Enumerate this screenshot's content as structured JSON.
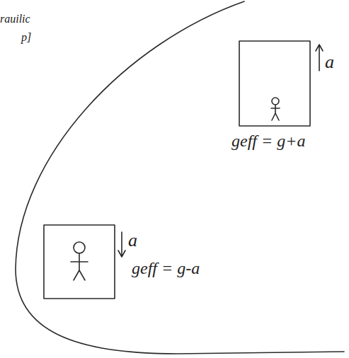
{
  "diagram": {
    "labels": [
      "rauilic",
      "p]",
      "a",
      "geff = g+a",
      "a",
      "geff = g-a"
    ]
  }
}
